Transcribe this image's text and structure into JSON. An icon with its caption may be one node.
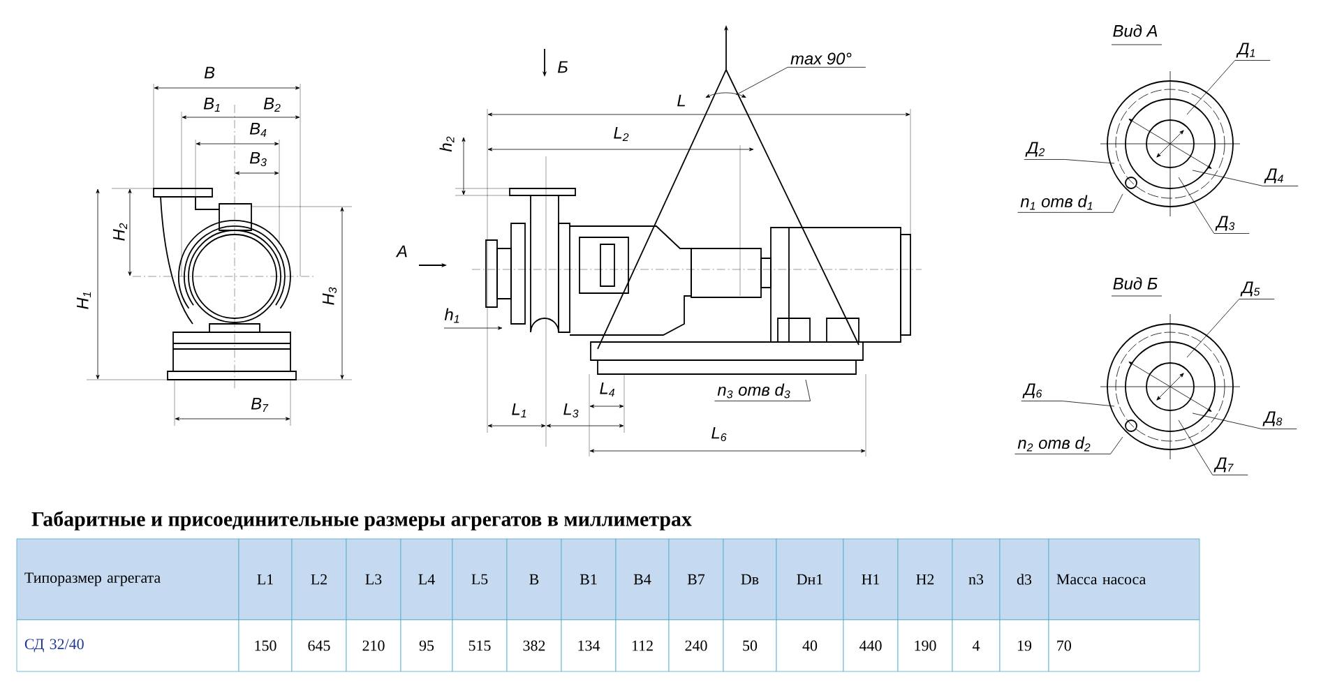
{
  "diagram": {
    "title": "Габаритные и присоединительные размеры агрегатов в миллиметрах",
    "nodes": [
      {
        "text": [
          "max 90°"
        ]
      },
      {
        "text": [
          "n$_{3}$ отв d$_{3}$"
        ]
      },
      {
        "text": [
          "Д$_{1}$"
        ]
      },
      {
        "text": [
          "Д$_{2}$"
        ]
      },
      {
        "text": [
          "Д$_{4}$"
        ]
      },
      {
        "text": [
          "n$_{1}$ отв d$_{1}$"
        ]
      },
      {
        "text": [
          "Д$_{3}$"
        ]
      },
      {
        "text": [
          "Д$_{5}$"
        ]
      },
      {
        "text": [
          "Д$_{6}$"
        ]
      },
      {
        "text": [
          "Д$_{8}$"
        ]
      },
      {
        "text": [
          "n$_{2}$ отв d$_{2}$"
        ]
      },
      {
        "text": [
          "Д$_{7}$"
        ]
      },
      {
        "text": [],
        "shape": "circle"
      },
      {
        "text": [],
        "shape": "circle"
      }
    ],
    "edges": [
      {
        "from": 0,
        "to": null,
        "arrow": "none"
      },
      {
        "from": 1,
        "to": null,
        "arrow": "none"
      },
      {
        "from": 2,
        "to": 12,
        "arrow": "none"
      },
      {
        "from": 3,
        "to": 12,
        "arrow": "none"
      },
      {
        "from": 4,
        "to": 12,
        "arrow": "none"
      },
      {
        "from": 5,
        "to": 12,
        "arrow": "none"
      },
      {
        "from": 6,
        "to": 12,
        "arrow": "none"
      },
      {
        "from": 7,
        "to": 13,
        "arrow": "none"
      },
      {
        "from": 8,
        "to": 13,
        "arrow": "none"
      },
      {
        "from": 9,
        "to": 13,
        "arrow": "none"
      },
      {
        "from": 10,
        "to": 13,
        "arrow": "none"
      },
      {
        "from": 11,
        "to": 13,
        "arrow": "none"
      }
    ],
    "labels": [
      "В",
      "В$_{1}$",
      "В$_{2}$",
      "В$_{4}$",
      "В$_{3}$",
      "Н$_{2}$",
      "Н$_{1}$",
      "Н$_{3}$",
      "В$_{7}$",
      "А",
      "Б",
      "L",
      "L$_{2}$",
      "h$_{2}$",
      "h$_{1}$",
      "L$_{1}$",
      "L$_{3}$",
      "L$_{4}$",
      "L$_{6}$",
      "Вид А",
      "Вид Б",
      "Типоразмер агрегата",
      "L1",
      "L2",
      "L3",
      "L4",
      "L5",
      "B",
      "B1",
      "B4",
      "B7",
      "Dв",
      "Dн1",
      "H1",
      "H2",
      "n3",
      "d3",
      "Масса насоса",
      "СД 32/40",
      "150",
      "645",
      "210",
      "95",
      "515",
      "382",
      "134",
      "112",
      "240",
      "50",
      "40",
      "440",
      "190",
      "4",
      "19",
      "70"
    ]
  }
}
